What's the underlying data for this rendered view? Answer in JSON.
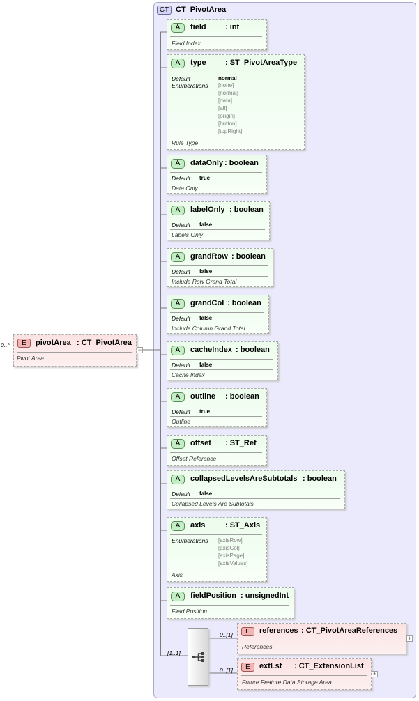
{
  "complex_type": {
    "tag": "CT",
    "name": "CT_PivotArea"
  },
  "element": {
    "tag": "E",
    "cardinality": "0..*",
    "name": "pivotArea",
    "type": ": CT_PivotArea",
    "doc": "Pivot Area"
  },
  "collapse_symbol": "−",
  "attr_tag": "A",
  "labels": {
    "default": "Default",
    "enumerations": "Enumerations"
  },
  "attributes": [
    {
      "name": "field",
      "type": ": int",
      "doc": "Field Index"
    },
    {
      "name": "type",
      "type": ": ST_PivotAreaType",
      "default": "normal",
      "enumerations": [
        "[none]",
        "[normal]",
        "[data]",
        "[all]",
        "[origin]",
        "[button]",
        "[topRight]"
      ],
      "doc": "Rule Type"
    },
    {
      "name": "dataOnly",
      "type": ": boolean",
      "default": "true",
      "doc": "Data Only"
    },
    {
      "name": "labelOnly",
      "type": ": boolean",
      "default": "false",
      "doc": "Labels Only"
    },
    {
      "name": "grandRow",
      "type": ": boolean",
      "default": "false",
      "doc": "Include Row Grand Total"
    },
    {
      "name": "grandCol",
      "type": ": boolean",
      "default": "false",
      "doc": "Include Column Grand Total"
    },
    {
      "name": "cacheIndex",
      "type": ": boolean",
      "default": "false",
      "doc": "Cache Index"
    },
    {
      "name": "outline",
      "type": ": boolean",
      "default": "true",
      "doc": "Outline"
    },
    {
      "name": "offset",
      "type": ": ST_Ref",
      "doc": "Offset Reference"
    },
    {
      "name": "collapsedLevelsAreSubtotals",
      "type": ": boolean",
      "default": "false",
      "doc": "Collapsed Levels Are Subtotals"
    },
    {
      "name": "axis",
      "type": ": ST_Axis",
      "enumerations": [
        "[axisRow]",
        "[axisCol]",
        "[axisPage]",
        "[axisValues]"
      ],
      "doc": "Axis"
    },
    {
      "name": "fieldPosition",
      "type": ": unsignedInt",
      "doc": "Field Position"
    }
  ],
  "sequence": {
    "cardinality": "[1..1]"
  },
  "children": [
    {
      "tag": "E",
      "cardinality": "0..[1]",
      "name": "references",
      "type": ": CT_PivotAreaReferences",
      "doc": "References",
      "expand": "+"
    },
    {
      "tag": "E",
      "cardinality": "0..[1]",
      "name": "extLst",
      "type": ": CT_ExtensionList",
      "doc": "Future Feature Data Storage Area",
      "expand": "+"
    }
  ]
}
